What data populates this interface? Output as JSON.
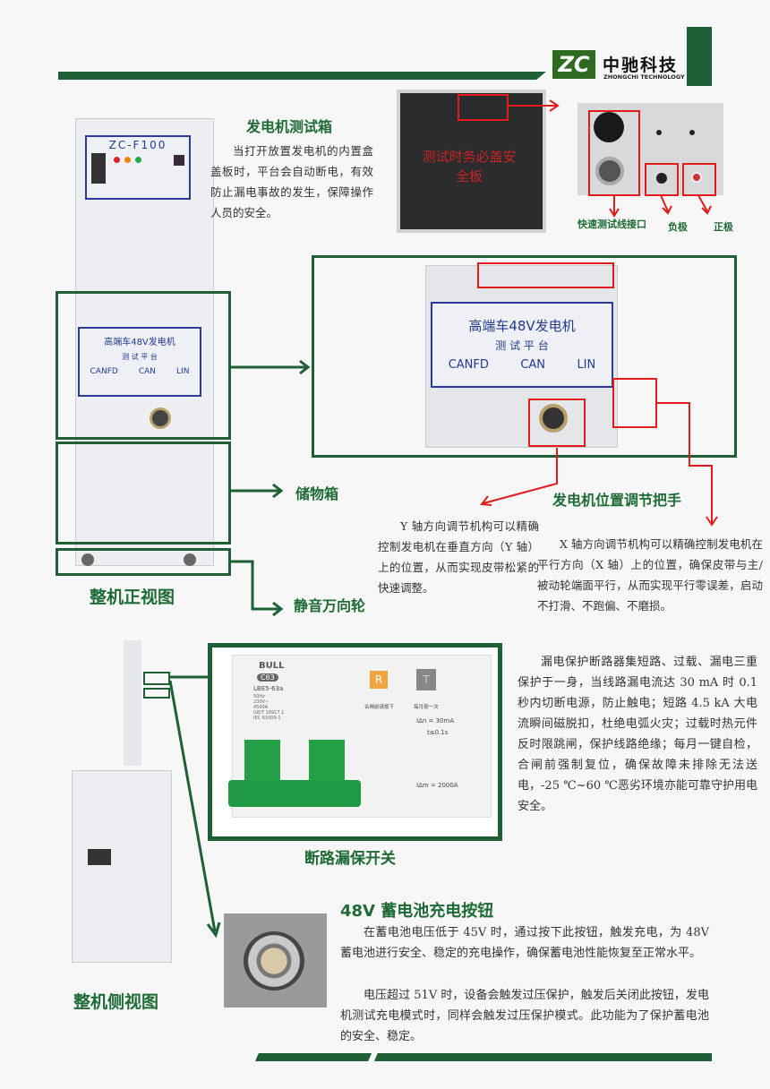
{
  "header": {
    "brand_cn": "中驰科技",
    "brand_en": "ZHONGCHI TECHNOLOGY",
    "logo_mark": "ZC",
    "accent": "#1e5f36"
  },
  "front_view": {
    "model": "ZC-F100",
    "caption": "整机正视图"
  },
  "test_box": {
    "title": "发电机测试箱",
    "description": "当打开放置发电机的内置盒盖板时，平台会自动断电，有效防止漏电事故的发生，保障操作人员的安全。",
    "photo_warning": "测试时务必盖安全板",
    "labels": {
      "quick_port": "快速测试线接口",
      "negative": "负极",
      "positive": "正极"
    }
  },
  "platform": {
    "line1": "高端车48V发电机",
    "line2": "测 试 平 台",
    "buses": [
      "CANFD",
      "CAN",
      "LIN"
    ]
  },
  "storage": {
    "label": "储物箱"
  },
  "wheels": {
    "label": "静音万向轮"
  },
  "handle": {
    "label": "发电机位置调节把手",
    "y_text": "Y 轴方向调节机构可以精确控制发电机在垂直方向（Y 轴）上的位置，从而实现皮带松紧的快速调整。",
    "x_text": "X 轴方向调节机构可以精确控制发电机在平行方向（X 轴）上的位置，确保皮带与主/被动轮端面平行，从而实现平行零误差，启动不打滑、不跑偏、不磨损。"
  },
  "side_view": {
    "caption": "整机侧视图"
  },
  "breaker": {
    "caption": "断路漏保开关",
    "brand": "BULL",
    "rating": "C63",
    "model": "LBE5-63a",
    "specs": [
      "50Hz",
      "230V~",
      "4500A",
      "GB/T 16917.1",
      "IEC 61009-1"
    ],
    "reset_key": "R",
    "test_key": "T",
    "reset_note": "合闸前请按下",
    "test_note": "每月按一次",
    "idn": "IΔn = 30mA",
    "time": "t≤0.1s",
    "inc": "IΔm = 2000A",
    "description": "漏电保护断路器集短路、过载、漏电三重保护于一身，当线路漏电流达 30 mA 时 0.1 秒内切断电源，防止触电；短路 4.5 kA 大电流瞬间磁脱扣，杜绝电弧火灾；过载时热元件反时限跳闸，保护线路绝缘；每月一键自检，合闸前强制复位，确保故障未排除无法送电，-25 ℃~60 ℃恶劣环境亦能可靠守护用电安全。"
  },
  "charge_button": {
    "title": "48V 蓄电池充电按钮",
    "para1": "在蓄电池电压低于 45V 时，通过按下此按钮，触发充电，为 48V 蓄电池进行安全、稳定的充电操作，确保蓄电池性能恢复至正常水平。",
    "para2": "电压超过 51V 时，设备会触发过压保护，触发后关闭此按钮，发电机测试充电模式时，同样会触发过压保护模式。此功能为了保护蓄电池的安全、稳定。"
  }
}
